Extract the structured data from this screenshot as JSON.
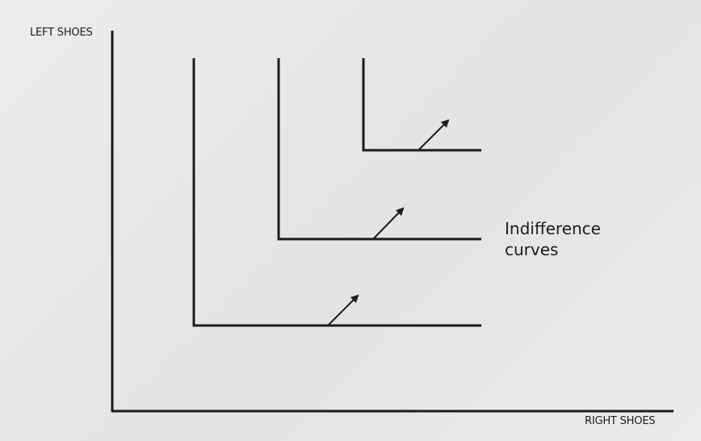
{
  "axes": {
    "y_label": "LEFT SHOES",
    "x_label": "RIGHT SHOES"
  },
  "annotation": {
    "line1": "Indifference",
    "line2": "curves"
  },
  "colors": {
    "ink": "#1c1c1c",
    "paper": "#e9e9e7"
  },
  "icons": [
    "arrow-icon"
  ]
}
